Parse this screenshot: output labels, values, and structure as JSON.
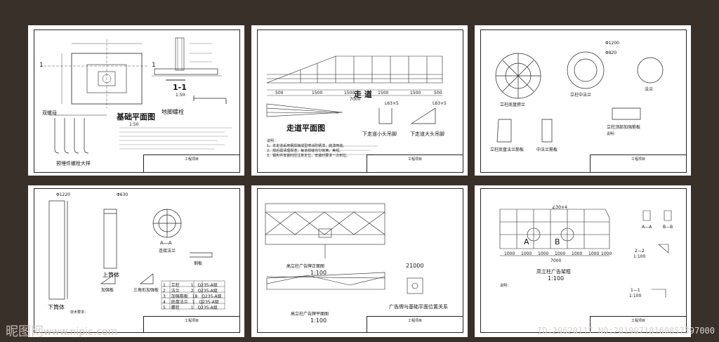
{
  "sheets": {
    "s1": {
      "title": "基础平面图",
      "scale": "1:50",
      "section": "1-1",
      "section_scale": "1:50",
      "detail": "地脚螺栓",
      "detail2": "预埋件螺栓大样",
      "label_left": "双螺母",
      "axis_a": "1",
      "axis_b": "1",
      "tb_title": "工程项目"
    },
    "s2": {
      "title": "走道平面图",
      "subtitle": "走 道",
      "small_left": "下走道小头吊脚",
      "small_right": "下走道大头吊脚",
      "angle_a": "L63×5",
      "angle_b": "L63×5",
      "dim_total": "7000",
      "dim_seg": [
        "500",
        "1500",
        "1500",
        "1500",
        "1500",
        "500"
      ],
      "notes_title": "说明：",
      "notes": [
        "1、本走道采用钢焊接成型喷涂防锈漆，底漆两遍。",
        "2、焊后需清理焊渣，每道焊缝均匀饱满，美观。",
        "3、钢构件安装时应注意定位，安装时要求一次到位。"
      ],
      "tb_title": "工程项目"
    },
    "s3": {
      "title_a": "立柱底盘俯兰",
      "title_b": "立柱中法兰",
      "title_c": "立柱顶部加强筋板",
      "title_d": "法兰",
      "dim_a": "Φ1200",
      "dim_b": "Φ820",
      "sub_a": "立柱底盘法兰筋板",
      "sub_b": "中法兰筋板",
      "notes_title": "说明：",
      "tb_title": "工程项目"
    },
    "s4": {
      "title_main": "上筒体",
      "title_left": "下筒体",
      "sec": "A—A",
      "sec_label": "连接法兰",
      "part_a": "加强板",
      "part_b": "三角形加强板",
      "rib": "钢板",
      "dim_top": "Φ1220",
      "dim_bolt": "Φ630",
      "table_rows": [
        [
          "1",
          "立柱",
          "1",
          "Q235-A级"
        ],
        [
          "2",
          "法兰",
          "2",
          "Q235-A级"
        ],
        [
          "3",
          "加强筋板",
          "18",
          "Q235-A级"
        ],
        [
          "4",
          "底盘法兰",
          "1",
          "Q235-A级"
        ],
        [
          "5",
          "螺栓",
          "1",
          "Q235-A级"
        ]
      ],
      "notes_title": "技术要求：",
      "tb_title": "工程项目"
    },
    "s5": {
      "title_a": "高立柱广告牌正面图",
      "scale_a": "1:100",
      "title_b": "高立柱广告牌平面图",
      "scale_b": "1:100",
      "title_c": "广告牌与基础平面位置关系",
      "dim": "21000",
      "tb_title": "工程项目"
    },
    "s6": {
      "title": "高立柱广告架框",
      "scale": "1:100",
      "label_a": "A",
      "label_b": "B",
      "angle": "∠30×4",
      "dim_total": "7000",
      "dims": [
        "1000",
        "1000",
        "1000",
        "1000",
        "1000",
        "1000",
        "1000"
      ],
      "sec_aa": "A—A",
      "sec_bb": "B—B",
      "sec_22": "2—2",
      "scale_22": "1:100",
      "sec_11": "1—1",
      "scale_11": "1:100",
      "notes_title": "说明：",
      "tb_title": "工程项目"
    }
  },
  "watermark": {
    "logo": "昵图网",
    "url": "www.nipic.com",
    "id": "ID:29620117 NO:20190718160857397000"
  }
}
